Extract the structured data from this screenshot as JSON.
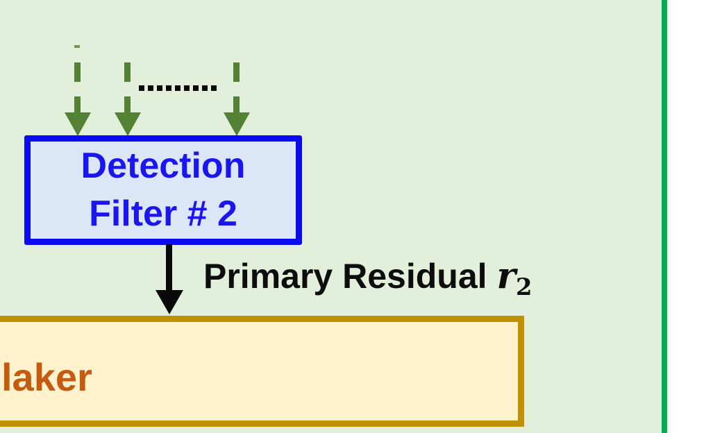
{
  "diagram": {
    "panel_color": "#e2efda",
    "frame_border_color": "#00b050",
    "input_arrows": {
      "count": 3,
      "color": "#548235",
      "style": "dashed-down-arrows",
      "ellipsis_dot_count": 9,
      "ellipsis_color": "#0a0a0a"
    },
    "detection_filter_box": {
      "label_line1": "Detection",
      "label_line2": "Filter # 2",
      "fill_color": "#dbe7f6",
      "border_color": "#0b0bf2",
      "text_color": "#1b16ef"
    },
    "output_arrow": {
      "color": "#0a0a0a",
      "direction": "down"
    },
    "primary_residual_label": {
      "text": "Primary Residual",
      "symbol": "r",
      "subscript": "2",
      "color": "#0d0d0d"
    },
    "decision_maker_box": {
      "visible_label": "laker",
      "fill_color": "#fff2cc",
      "border_color": "#bf9000",
      "text_color": "#c55a11"
    }
  }
}
